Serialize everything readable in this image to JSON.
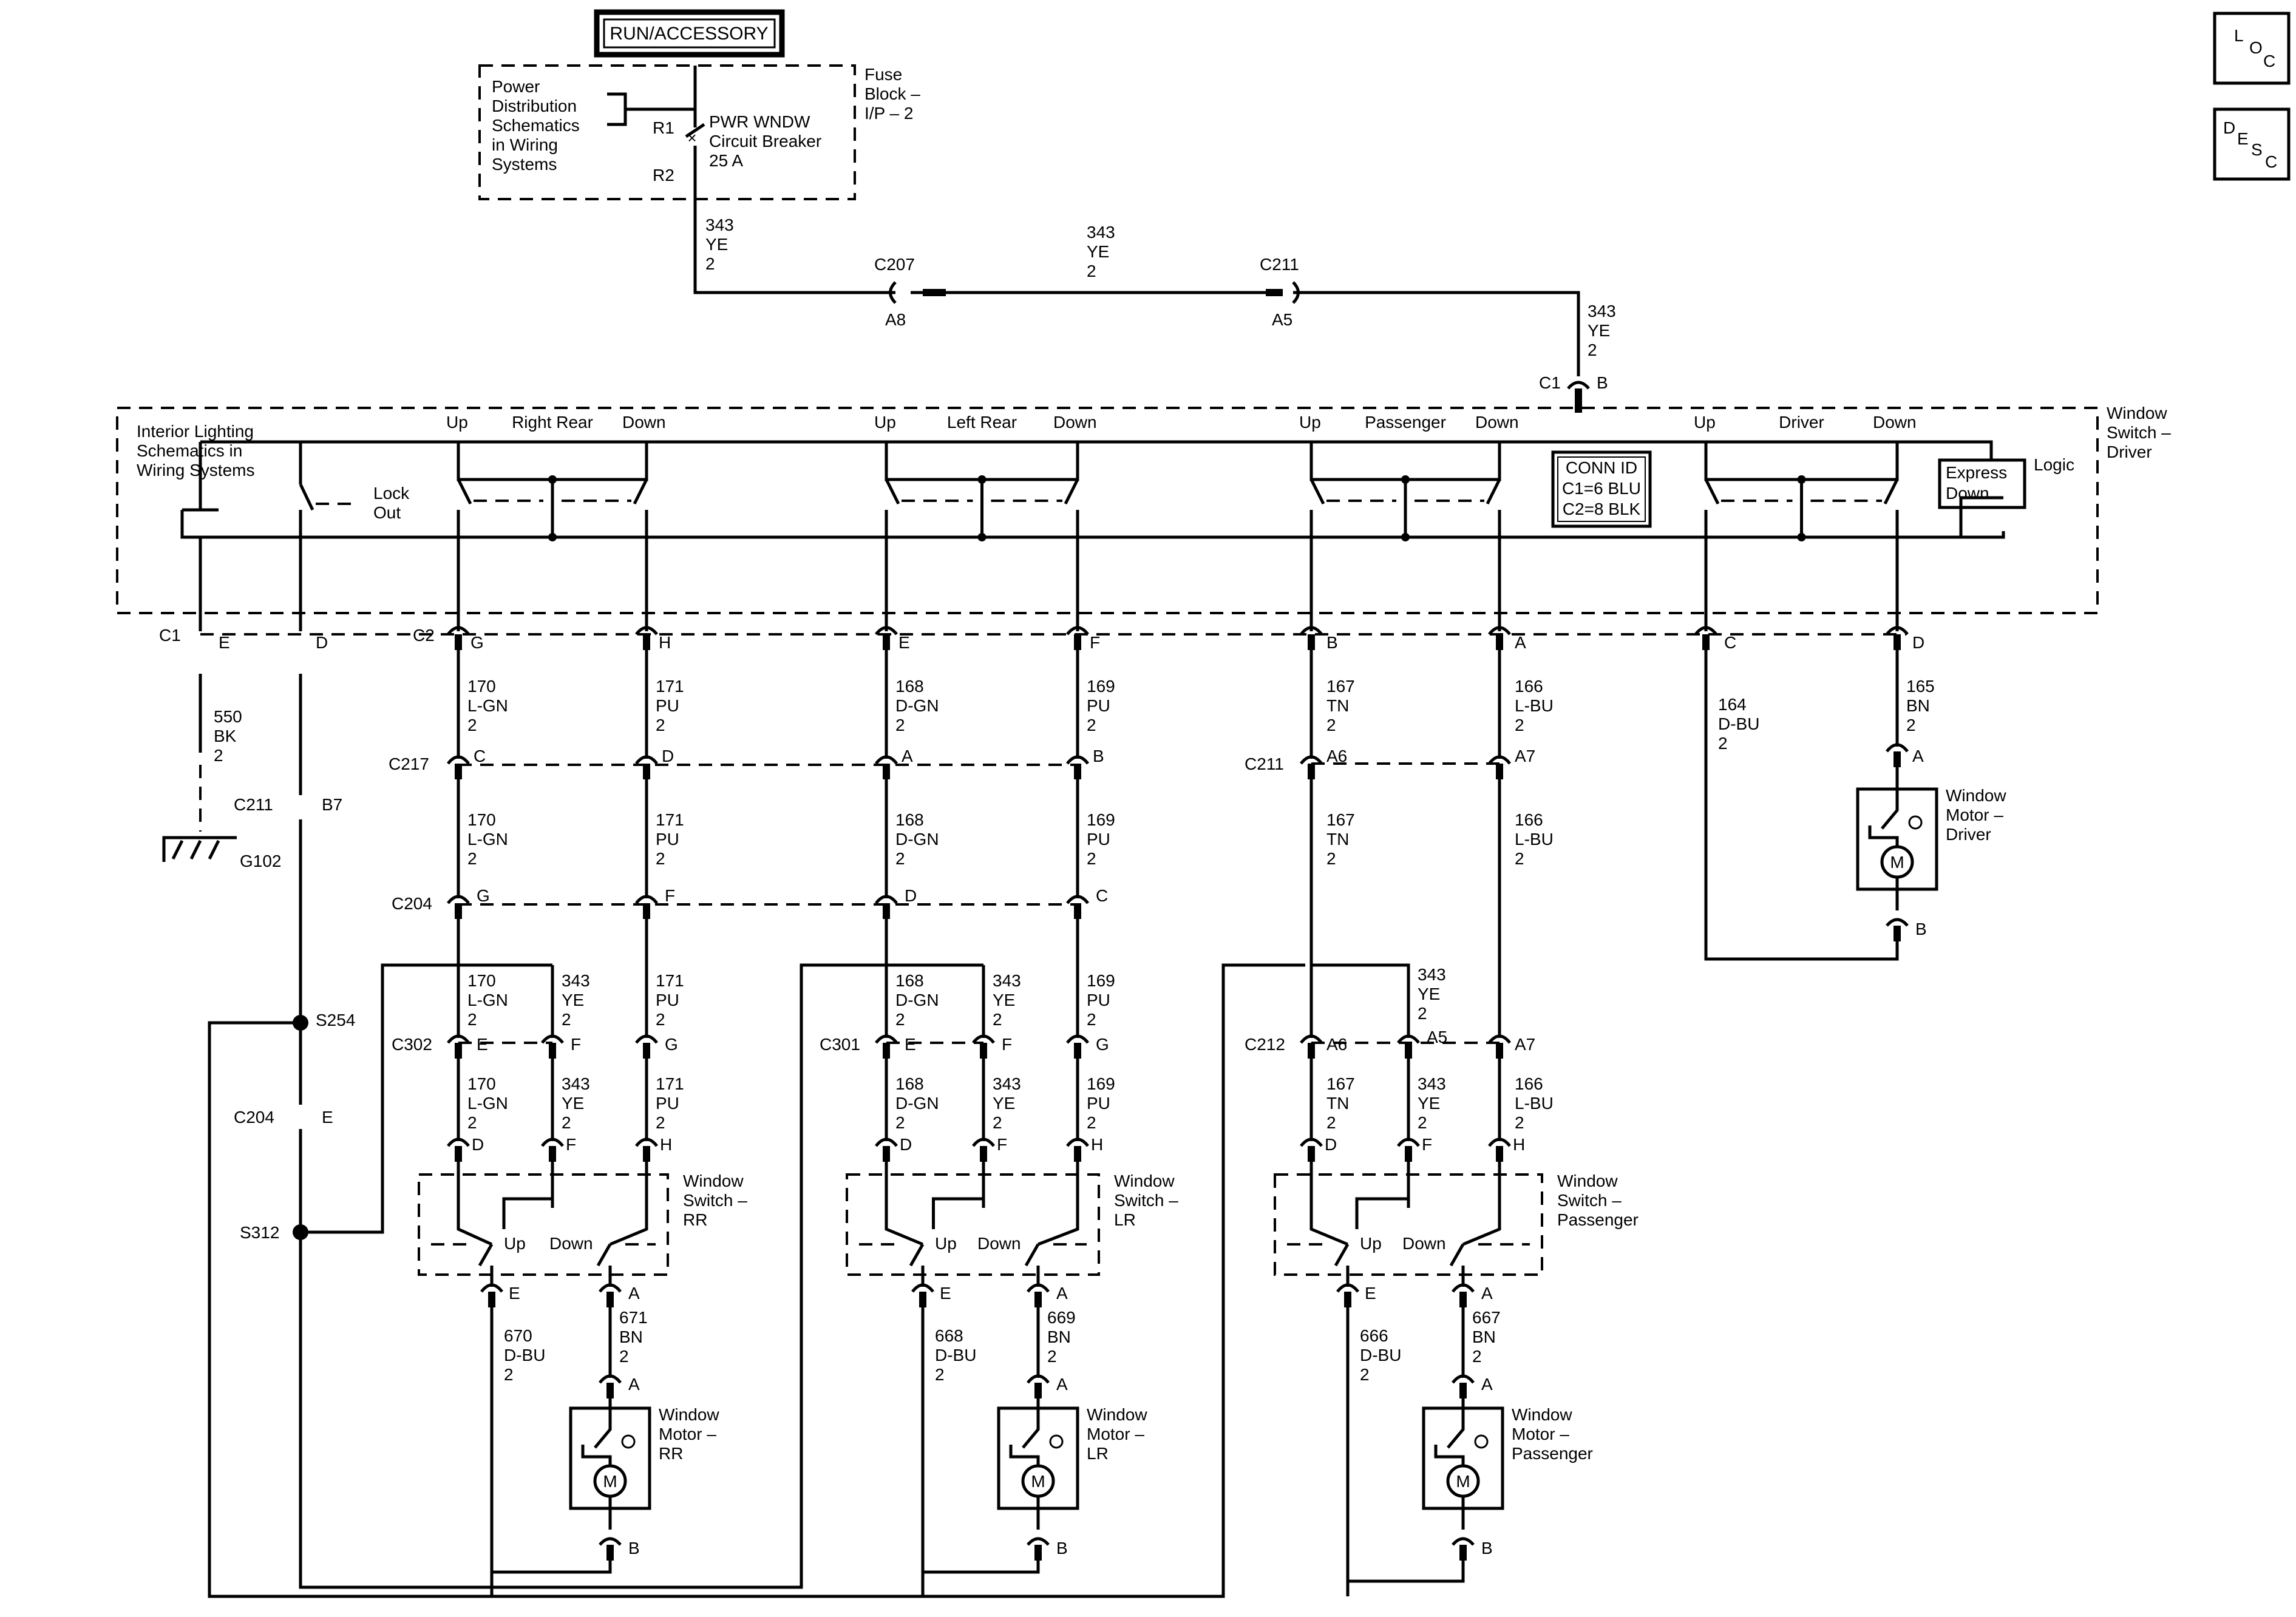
{
  "title": "RUN/ACCESSORY",
  "loc_badge": [
    "L",
    "O",
    "C"
  ],
  "desc_badge": [
    "D",
    "E",
    "S",
    "C"
  ],
  "fuse_block": {
    "ref": [
      "Power",
      "Distribution",
      "Schematics",
      "in Wiring",
      "Systems"
    ],
    "label": [
      "Fuse",
      "Block –",
      "I/P – 2"
    ],
    "breaker": [
      "PWR WNDW",
      "Circuit Breaker",
      "25 A"
    ],
    "terms": [
      "R1",
      "R2"
    ]
  },
  "feed": {
    "wire_a": [
      "343",
      "YE",
      "2"
    ],
    "wire_b": [
      "343",
      "YE",
      "2"
    ],
    "wire_c": [
      "343",
      "YE",
      "2"
    ],
    "c207": "C207",
    "c207_pin": "A8",
    "c211": "C211",
    "c211_pin": "A5",
    "c1": "C1",
    "c1_pin": "B"
  },
  "driver_switch": {
    "label": [
      "Window",
      "Switch –",
      "Driver"
    ],
    "interior_ref": [
      "Interior Lighting",
      "Schematics in",
      "Wiring Systems"
    ],
    "lock_out": [
      "Lock",
      "Out"
    ],
    "conn_id": [
      "CONN ID",
      "C1=6 BLU",
      "C2=8 BLK"
    ],
    "express": [
      "Express",
      "Down"
    ],
    "logic": "Logic",
    "groups": [
      {
        "up": "Up",
        "name": "Right Rear",
        "down": "Down"
      },
      {
        "up": "Up",
        "name": "Left Rear",
        "down": "Down"
      },
      {
        "up": "Up",
        "name": "Passenger",
        "down": "Down"
      },
      {
        "up": "Up",
        "name": "Driver",
        "down": "Down"
      }
    ]
  },
  "connectors": {
    "C1": "C1",
    "C2": "C2",
    "C217": "C217",
    "C211": "C211",
    "C204": "C204",
    "C302": "C302",
    "C301": "C301",
    "C212": "C212",
    "S254": "S254",
    "S312": "S312",
    "G102": "G102"
  },
  "pins": {
    "c1_e": "E",
    "c1_d": "D",
    "c2_g": "G",
    "c2_h": "H",
    "c2_e": "E",
    "c2_f": "F",
    "c2_b": "B",
    "c2_a": "A",
    "c1_c": "C",
    "c1_d2": "D",
    "c217_c": "C",
    "c217_d": "D",
    "c217_a": "A",
    "c217_b": "B",
    "c211_a6": "A6",
    "c211_a7": "A7",
    "c211_b7": "B7",
    "c204_g": "G",
    "c204_f": "F",
    "c204_d": "D",
    "c204_c": "C",
    "c204_e": "E",
    "c302_e": "E",
    "c302_f": "F",
    "c302_g": "G",
    "c301_e": "E",
    "c301_f": "F",
    "c301_g": "G",
    "c212_a6": "A6",
    "c212_a5": "A5",
    "c212_a7": "A7",
    "sw_d": "D",
    "sw_f": "F",
    "sw_h": "H",
    "sw_e": "E",
    "sw_a": "A",
    "mot_a": "A",
    "mot_b": "B"
  },
  "wires": {
    "w550": [
      "550",
      "BK",
      "2"
    ],
    "w343": [
      "343",
      "YE",
      "2"
    ],
    "w170": [
      "170",
      "L-GN",
      "2"
    ],
    "w171": [
      "171",
      "PU",
      "2"
    ],
    "w168": [
      "168",
      "D-GN",
      "2"
    ],
    "w169": [
      "169",
      "PU",
      "2"
    ],
    "w167": [
      "167",
      "TN",
      "2"
    ],
    "w166": [
      "166",
      "L-BU",
      "2"
    ],
    "w164": [
      "164",
      "D-BU",
      "2"
    ],
    "w165": [
      "165",
      "BN",
      "2"
    ],
    "w670": [
      "670",
      "D-BU",
      "2"
    ],
    "w671": [
      "671",
      "BN",
      "2"
    ],
    "w668": [
      "668",
      "D-BU",
      "2"
    ],
    "w669": [
      "669",
      "BN",
      "2"
    ],
    "w666": [
      "666",
      "D-BU",
      "2"
    ],
    "w667": [
      "667",
      "BN",
      "2"
    ]
  },
  "rear_switches": {
    "rr": [
      "Window",
      "Switch –",
      "RR"
    ],
    "lr": [
      "Window",
      "Switch –",
      "LR"
    ],
    "pass": [
      "Window",
      "Switch –",
      "Passenger"
    ],
    "up": "Up",
    "down": "Down"
  },
  "motors": {
    "driver": [
      "Window",
      "Motor –",
      "Driver"
    ],
    "rr": [
      "Window",
      "Motor –",
      "RR"
    ],
    "lr": [
      "Window",
      "Motor –",
      "LR"
    ],
    "pass": [
      "Window",
      "Motor –",
      "Passenger"
    ],
    "symbol": "M"
  }
}
